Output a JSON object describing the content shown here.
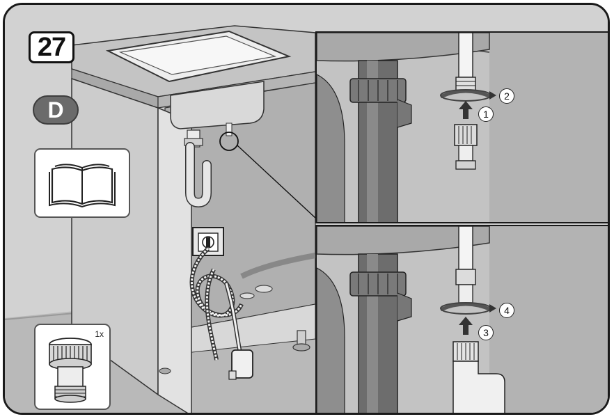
{
  "step": {
    "number": "27"
  },
  "variant_badge": {
    "letter": "D"
  },
  "manual_card": {
    "icon": "open-book-icon"
  },
  "part_card": {
    "quantity": "1x",
    "icon": "hose-adapter-icon"
  },
  "inset_top": {
    "steps": [
      "2",
      "1"
    ]
  },
  "inset_bottom": {
    "steps": [
      "4",
      "3"
    ]
  },
  "colors": {
    "frame": "#1a1a1a",
    "badge_grey": "#6b6b6b",
    "background": "#cfcfcf"
  }
}
